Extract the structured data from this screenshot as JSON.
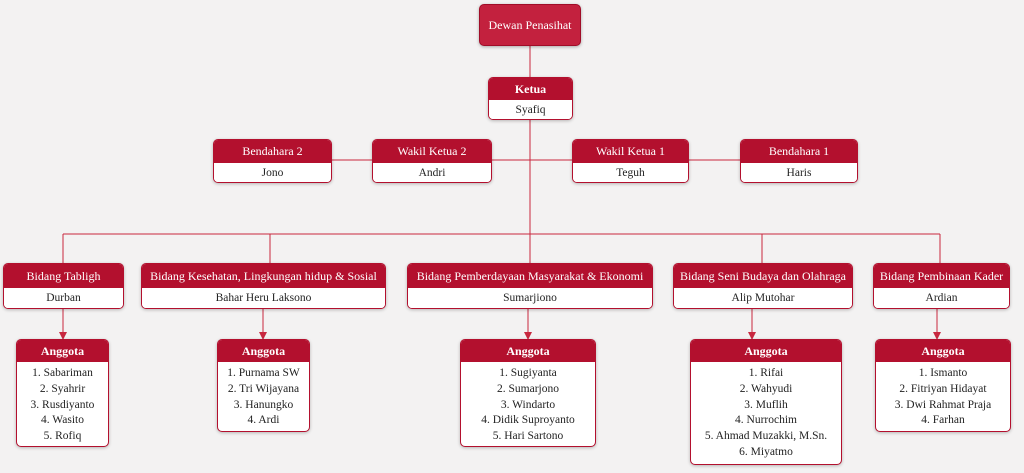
{
  "advisor": {
    "title": "Dewan Penasihat"
  },
  "chair": {
    "title": "Ketua",
    "name": "Syafiq"
  },
  "officers": [
    {
      "title": "Bendahara 2",
      "name": "Jono"
    },
    {
      "title": "Wakil Ketua 2",
      "name": "Andri"
    },
    {
      "title": "Wakil Ketua 1",
      "name": "Teguh"
    },
    {
      "title": "Bendahara 1",
      "name": "Haris"
    }
  ],
  "divisions": [
    {
      "title": "Bidang Tabligh",
      "head": "Durban",
      "members_title": "Anggota",
      "members": [
        "1. Sabariman",
        "2. Syahrir",
        "3. Rusdiyanto",
        "4. Wasito",
        "5. Rofiq"
      ]
    },
    {
      "title": "Bidang Kesehatan, Lingkungan hidup & Sosial",
      "head": "Bahar Heru Laksono",
      "members_title": "Anggota",
      "members": [
        "1. Purnama SW",
        "2. Tri Wijayana",
        "3. Hanungko",
        "4. Ardi"
      ]
    },
    {
      "title": "Bidang Pemberdayaan Masyarakat & Ekonomi",
      "head": "Sumarjiono",
      "members_title": "Anggota",
      "members": [
        "1. Sugiyanta",
        "2. Sumarjono",
        "3. Windarto",
        "4. Didik Suproyanto",
        "5. Hari Sartono"
      ]
    },
    {
      "title": "Bidang Seni Budaya dan Olahraga",
      "head": "Alip Mutohar",
      "members_title": "Anggota",
      "members": [
        "1. Rifai",
        "2. Wahyudi",
        "3. Muflih",
        "4. Nurrochim",
        "5. Ahmad Muzakki, M.Sn.",
        "6. Miyatmo"
      ]
    },
    {
      "title": "Bidang Pembinaan Kader",
      "head": "Ardian",
      "members_title": "Anggota",
      "members": [
        "1. Ismanto",
        "2. Fitriyan Hidayat",
        "3. Dwi Rahmat Praja",
        "4. Farhan"
      ]
    }
  ],
  "colors": {
    "accent": "#b3102e",
    "line": "#c8283f",
    "background": "#f3f2f2"
  }
}
